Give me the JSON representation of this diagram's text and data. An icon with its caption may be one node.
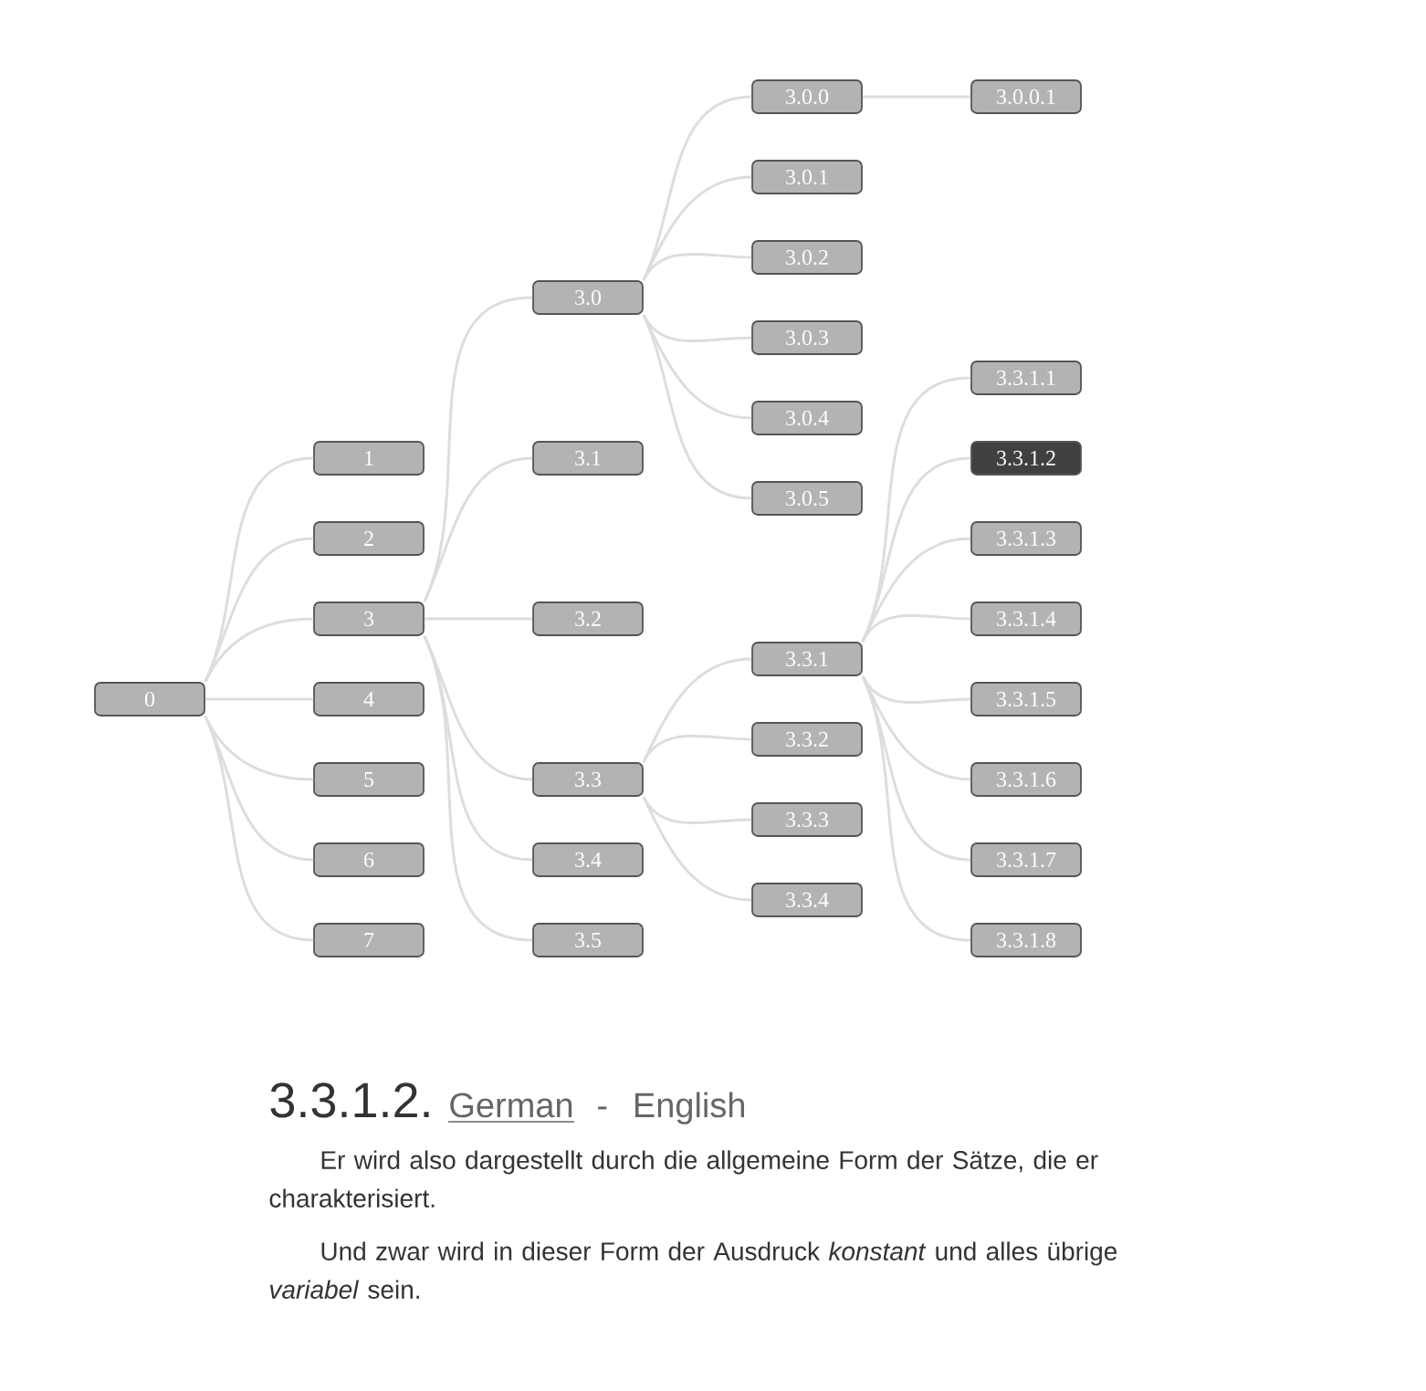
{
  "diagram": {
    "nodes": [
      {
        "text": [
          "0"
        ]
      },
      {
        "text": [
          "1"
        ]
      },
      {
        "text": [
          "2"
        ]
      },
      {
        "text": [
          "3"
        ]
      },
      {
        "text": [
          "4"
        ]
      },
      {
        "text": [
          "5"
        ]
      },
      {
        "text": [
          "6"
        ]
      },
      {
        "text": [
          "7"
        ]
      },
      {
        "text": [
          "3.0"
        ]
      },
      {
        "text": [
          "3.1"
        ]
      },
      {
        "text": [
          "3.2"
        ]
      },
      {
        "text": [
          "3.3"
        ]
      },
      {
        "text": [
          "3.4"
        ]
      },
      {
        "text": [
          "3.5"
        ]
      },
      {
        "text": [
          "3.0.0"
        ]
      },
      {
        "text": [
          "3.0.1"
        ]
      },
      {
        "text": [
          "3.0.2"
        ]
      },
      {
        "text": [
          "3.0.3"
        ]
      },
      {
        "text": [
          "3.0.4"
        ]
      },
      {
        "text": [
          "3.0.5"
        ]
      },
      {
        "text": [
          "3.3.1"
        ]
      },
      {
        "text": [
          "3.3.2"
        ]
      },
      {
        "text": [
          "3.3.3"
        ]
      },
      {
        "text": [
          "3.3.4"
        ]
      },
      {
        "text": [
          "3.0.0.1"
        ]
      },
      {
        "text": [
          "3.3.1.1"
        ]
      },
      {
        "text": [
          "3.3.1.2"
        ]
      },
      {
        "text": [
          "3.3.1.3"
        ]
      },
      {
        "text": [
          "3.3.1.4"
        ]
      },
      {
        "text": [
          "3.3.1.5"
        ]
      },
      {
        "text": [
          "3.3.1.6"
        ]
      },
      {
        "text": [
          "3.3.1.7"
        ]
      },
      {
        "text": [
          "3.3.1.8"
        ]
      }
    ],
    "edges": [
      {
        "from": 0,
        "to": 1,
        "arrow": "none"
      },
      {
        "from": 0,
        "to": 2,
        "arrow": "none"
      },
      {
        "from": 0,
        "to": 3,
        "arrow": "none"
      },
      {
        "from": 0,
        "to": 4,
        "arrow": "none"
      },
      {
        "from": 0,
        "to": 5,
        "arrow": "none"
      },
      {
        "from": 0,
        "to": 6,
        "arrow": "none"
      },
      {
        "from": 0,
        "to": 7,
        "arrow": "none"
      },
      {
        "from": 3,
        "to": 8,
        "arrow": "none"
      },
      {
        "from": 3,
        "to": 9,
        "arrow": "none"
      },
      {
        "from": 3,
        "to": 10,
        "arrow": "none"
      },
      {
        "from": 3,
        "to": 11,
        "arrow": "none"
      },
      {
        "from": 3,
        "to": 12,
        "arrow": "none"
      },
      {
        "from": 3,
        "to": 13,
        "arrow": "none"
      },
      {
        "from": 8,
        "to": 14,
        "arrow": "none"
      },
      {
        "from": 8,
        "to": 15,
        "arrow": "none"
      },
      {
        "from": 8,
        "to": 16,
        "arrow": "none"
      },
      {
        "from": 8,
        "to": 17,
        "arrow": "none"
      },
      {
        "from": 8,
        "to": 18,
        "arrow": "none"
      },
      {
        "from": 8,
        "to": 19,
        "arrow": "none"
      },
      {
        "from": 11,
        "to": 20,
        "arrow": "none"
      },
      {
        "from": 11,
        "to": 21,
        "arrow": "none"
      },
      {
        "from": 11,
        "to": 22,
        "arrow": "none"
      },
      {
        "from": 11,
        "to": 23,
        "arrow": "none"
      },
      {
        "from": 14,
        "to": 24,
        "arrow": "none"
      },
      {
        "from": 20,
        "to": 25,
        "arrow": "none"
      },
      {
        "from": 20,
        "to": 26,
        "arrow": "none"
      },
      {
        "from": 20,
        "to": 27,
        "arrow": "none"
      },
      {
        "from": 20,
        "to": 28,
        "arrow": "none"
      },
      {
        "from": 20,
        "to": 29,
        "arrow": "none"
      },
      {
        "from": 20,
        "to": 30,
        "arrow": "none"
      },
      {
        "from": 20,
        "to": 31,
        "arrow": "none"
      },
      {
        "from": 20,
        "to": 32,
        "arrow": "none"
      }
    ],
    "labels": [
      "3.3.1.2.",
      "German",
      "-",
      "English",
      "Er wird also dargestellt durch die allgemeine Form der Sätze, die er charakterisiert.",
      "Und zwar wird in dieser Form der Ausdruck *konstant* und alles übrige *variabel* sein."
    ]
  }
}
